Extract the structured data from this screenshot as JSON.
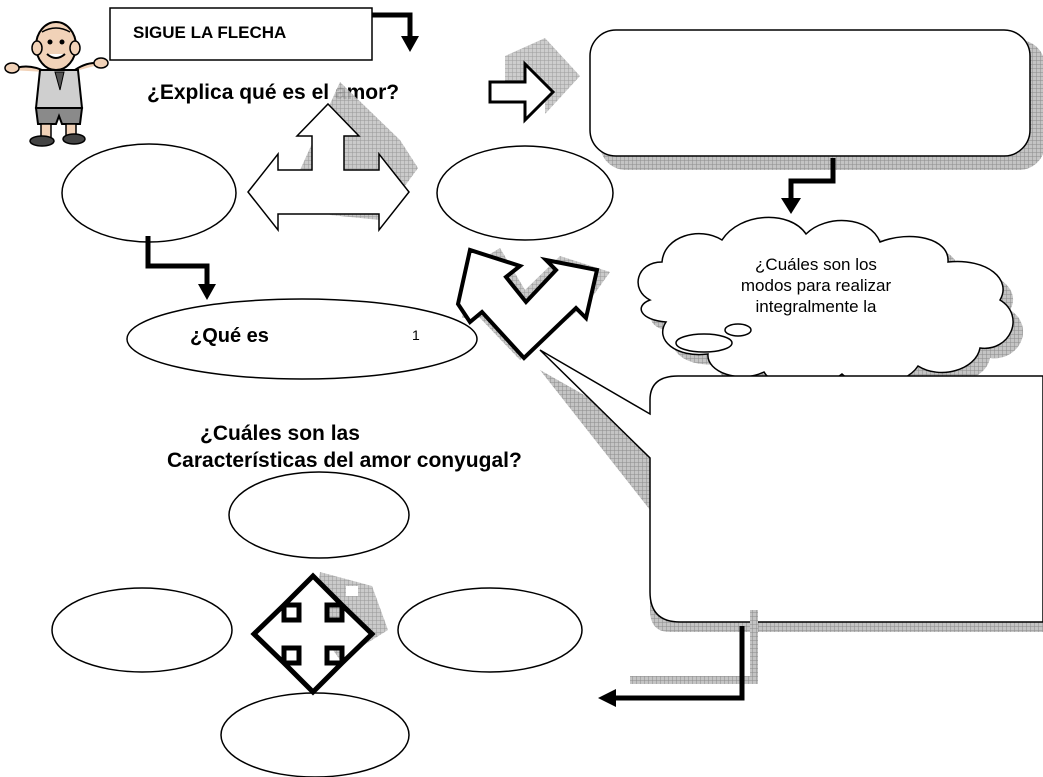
{
  "header": {
    "instruction_box": "SIGUE LA FLECHA",
    "question_love": "¿Explica  qué es el amor?"
  },
  "prompts": {
    "what_is": "¿Qué es",
    "characteristics_line1": "¿Cuáles son las",
    "characteristics_line2": "Características del amor conyugal?"
  },
  "cloud": {
    "line1": "¿Cuáles son los",
    "line2": "modos para realizar",
    "line3": "integralmente la"
  },
  "colors": {
    "stroke": "#000000",
    "fill": "#ffffff",
    "shadow": "#a9a9a9",
    "shadow_grid": "#8c8c8c"
  },
  "icons": {
    "character": "cartoon-boy-icon"
  }
}
